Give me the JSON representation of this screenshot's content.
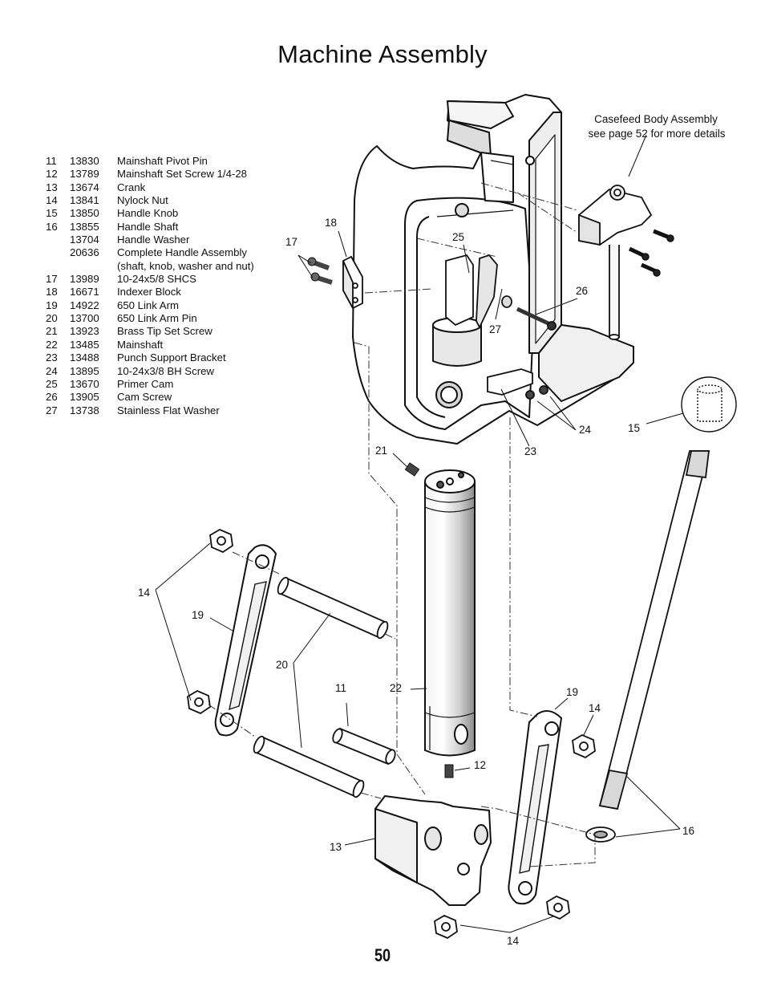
{
  "title": "Machine Assembly",
  "page_number": "50",
  "parts_list": [
    {
      "num": "11",
      "part": "13830",
      "desc": "Mainshaft Pivot Pin"
    },
    {
      "num": "12",
      "part": "13789",
      "desc": "Mainshaft Set Screw 1/4-28"
    },
    {
      "num": "13",
      "part": "13674",
      "desc": "Crank"
    },
    {
      "num": "14",
      "part": "13841",
      "desc": "Nylock Nut"
    },
    {
      "num": "15",
      "part": "13850",
      "desc": "Handle Knob"
    },
    {
      "num": "16",
      "part": "13855",
      "desc": "Handle Shaft"
    },
    {
      "num": "",
      "part": "13704",
      "desc": "Handle Washer"
    },
    {
      "num": "",
      "part": "20636",
      "desc": "Complete Handle Assembly"
    },
    {
      "num": "",
      "part": "",
      "desc": "(shaft, knob, washer and nut)"
    },
    {
      "num": "17",
      "part": "13989",
      "desc": "10-24x5/8 SHCS"
    },
    {
      "num": "18",
      "part": "16671",
      "desc": "Indexer Block"
    },
    {
      "num": "19",
      "part": "14922",
      "desc": "650 Link Arm"
    },
    {
      "num": "20",
      "part": "13700",
      "desc": "650 Link Arm Pin"
    },
    {
      "num": "21",
      "part": "13923",
      "desc": "Brass Tip Set Screw"
    },
    {
      "num": "22",
      "part": "13485",
      "desc": "Mainshaft"
    },
    {
      "num": "23",
      "part": "13488",
      "desc": "Punch Support Bracket"
    },
    {
      "num": "24",
      "part": "13895",
      "desc": "10-24x3/8 BH Screw"
    },
    {
      "num": "25",
      "part": "13670",
      "desc": "Primer Cam"
    },
    {
      "num": "26",
      "part": "13905",
      "desc": "Cam Screw"
    },
    {
      "num": "27",
      "part": "13738",
      "desc": "Stainless Flat Washer"
    }
  ],
  "note": {
    "line1": "Casefeed Body Assembly",
    "line2": "see page 52 for more details"
  },
  "callouts": {
    "c18": "18",
    "c17": "17",
    "c25": "25",
    "c26": "26",
    "c27": "27",
    "c24": "24",
    "c23": "23",
    "c15": "15",
    "c21": "21",
    "c14a": "14",
    "c19a": "19",
    "c20": "20",
    "c11": "11",
    "c22": "22",
    "c12": "12",
    "c19b": "19",
    "c14b": "14",
    "c13": "13",
    "c16": "16",
    "c14c": "14"
  }
}
